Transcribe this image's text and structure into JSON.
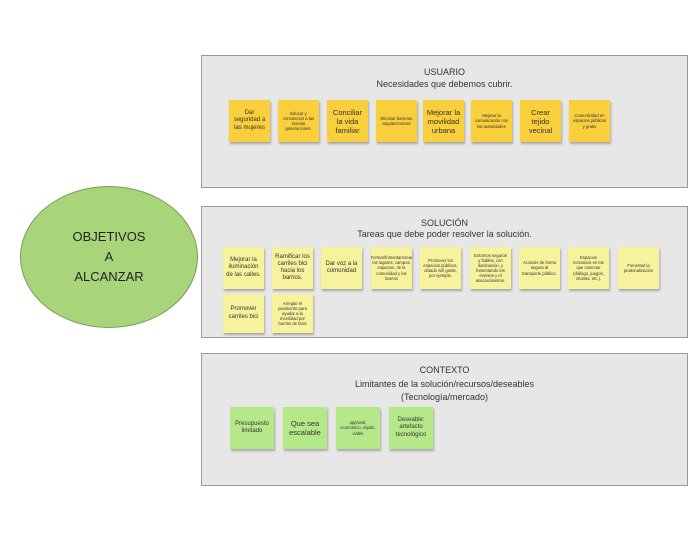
{
  "objective": {
    "text": "OBJETIVOS\nA\nALCANZAR",
    "color": "#a9d57a"
  },
  "colors": {
    "usuario_note": "#f9cf3c",
    "solucion_note": "#f7f29c",
    "contexto_note": "#b5e888",
    "panel": "#e7e7e7"
  },
  "usuario": {
    "title": "USUARIO",
    "subtitle": "Necesidades que debemos cubrir.",
    "notes": [
      "Dar seguridad a las mujeres",
      "Educar y concienciar a las nuevas generaciones.",
      "Conciliar la vida familiar",
      "Eliminar barreras arquitectonicas",
      "Mejorar la movilidad urbana",
      "Mejorar la comunicación con las autoridades",
      "Crear tejido vecinal",
      "Conectividad en espacios públicos y gratis"
    ]
  },
  "solucion": {
    "title": "SOLUCIÓN",
    "subtitle": "Tareas que debe poder resolver la solución.",
    "notes": [
      "Mejorar la iluminación de las calles.",
      "Ramificar los carriles bici hacia los barrios.",
      "Dar voz a la comunidad",
      "Formar/fomentar/crear los lugares, campos, espacios, de la comunidad y los barrios",
      "Promover los espacios públicos, dotado wifi gratis, por ejemplo.",
      "Entornos seguros y fiables, con iluminación, y fomentando los eventos y el asociacionismo.",
      "Acceder de forma segura al transporte público.",
      "Espacios inclusivos en los que conectar (diálogo, juegos, charlas, etc.).",
      "Fomentar la peatonalización",
      "Promover carriles bici",
      "Arreglar el pavimento para ayudar a la movilidad por barrios de bicis"
    ]
  },
  "contexto": {
    "title": "CONTEXTO",
    "subtitle": "Limitantes de la solución/recursos/deseables",
    "subtitle2": "(Tecnología/mercado)",
    "notes": [
      "Presupuesto limitado",
      "Que sea escalable",
      "app/web, económico, rápido, viable",
      "Deseable: artefacto tecnológico"
    ]
  }
}
